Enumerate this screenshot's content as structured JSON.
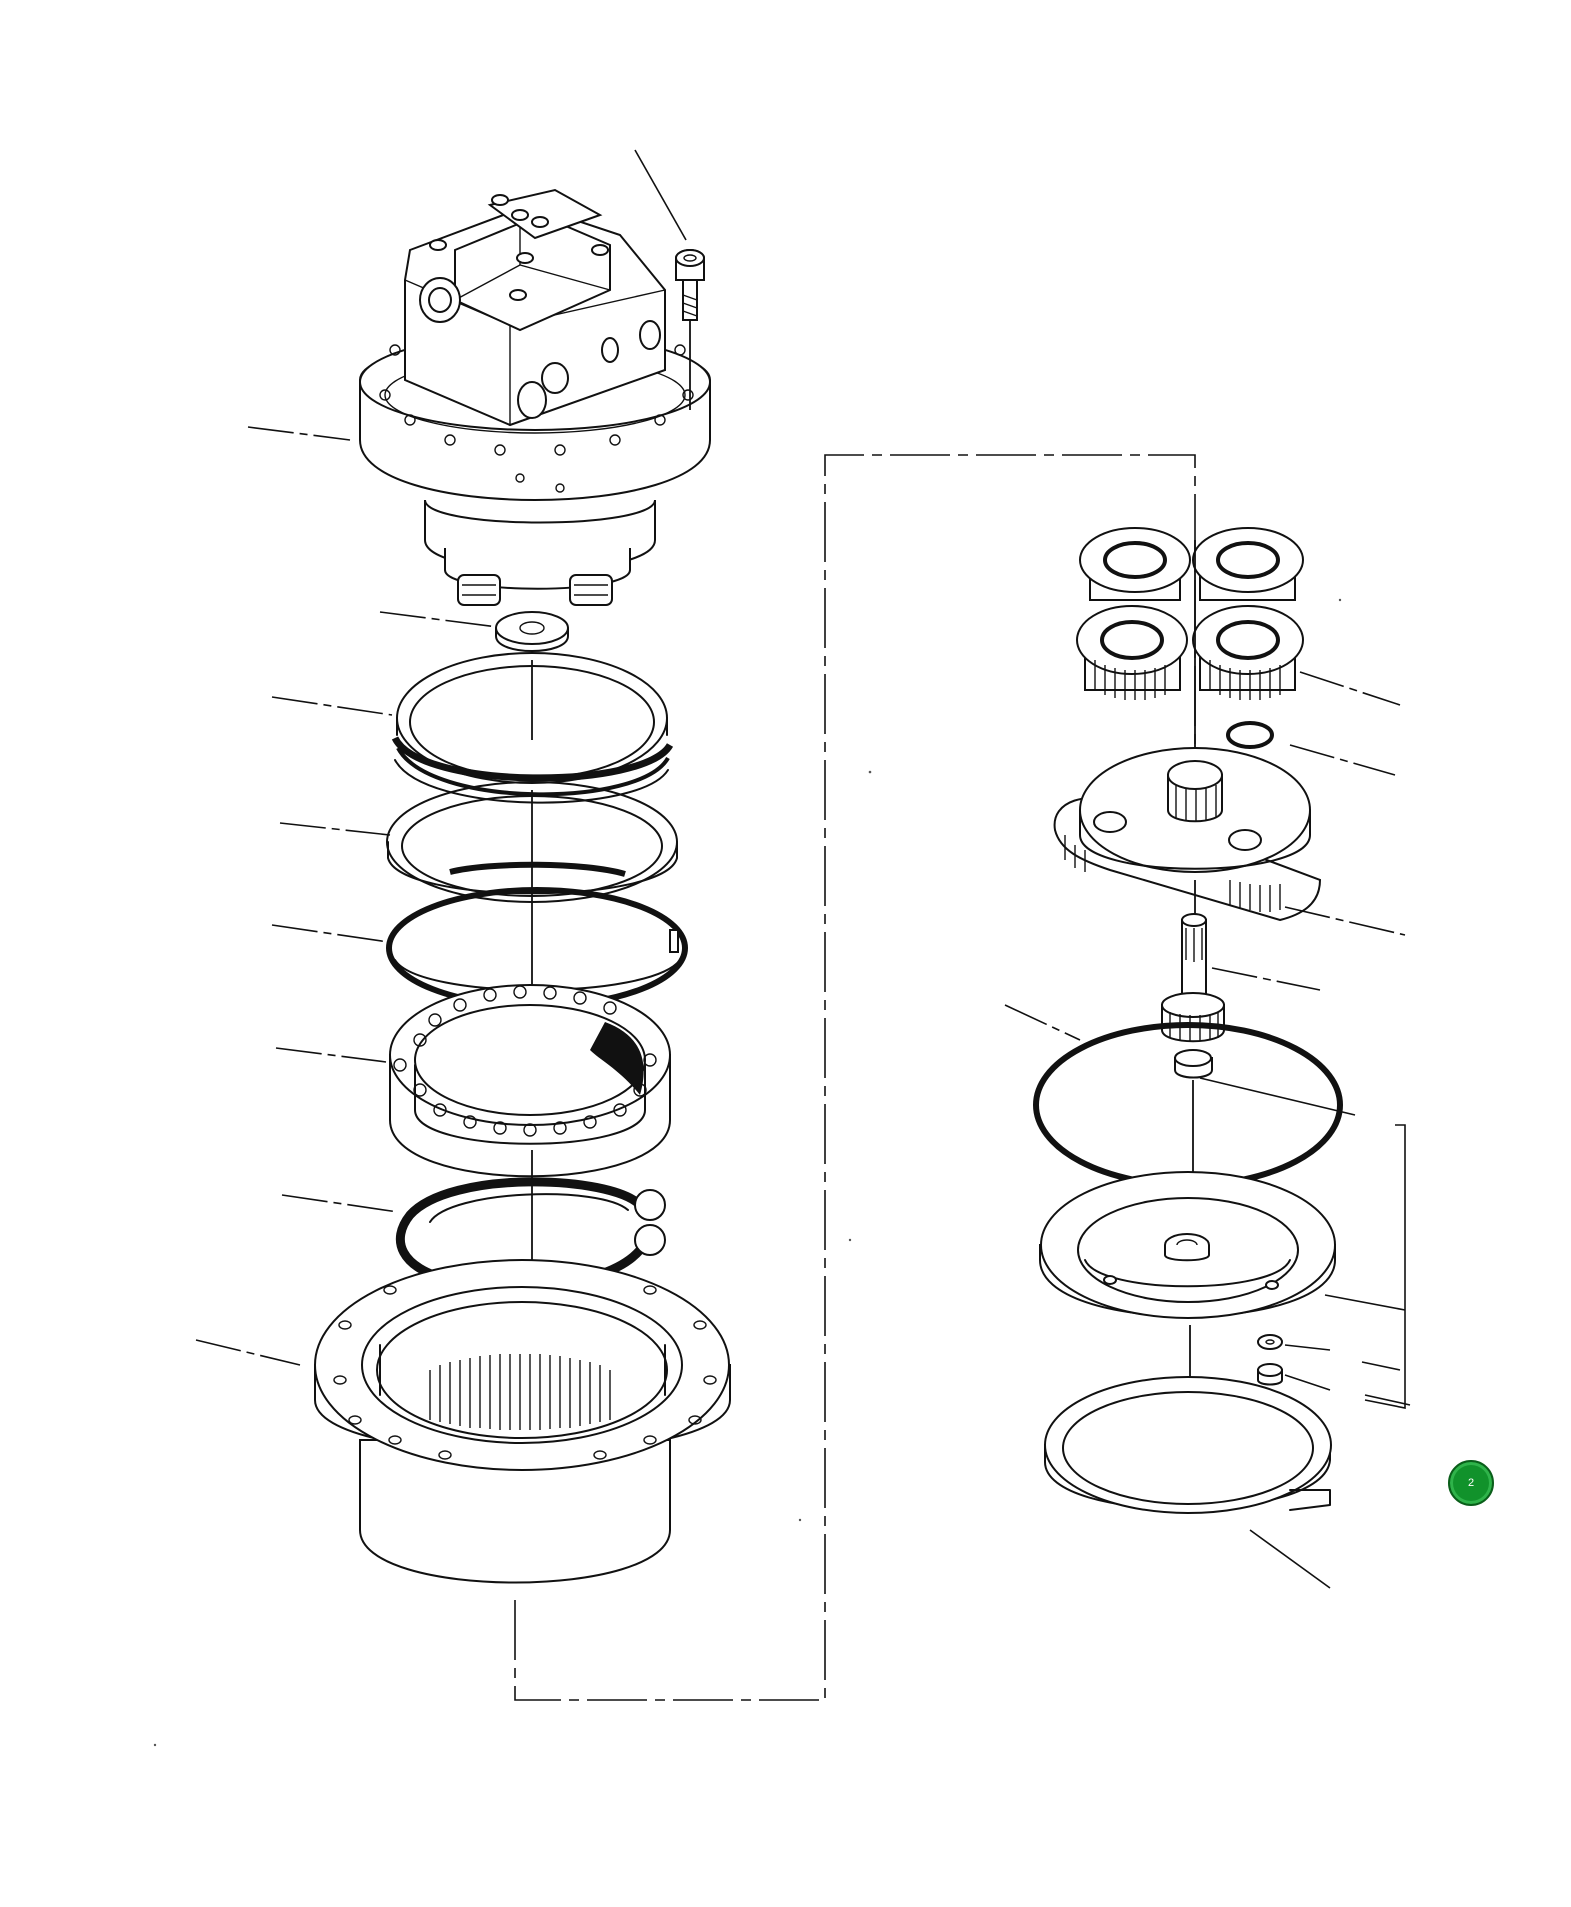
{
  "diagram": {
    "type": "exploded-parts-view",
    "left_assembly": [
      "hydraulic-motor-housing",
      "thrust-washer",
      "floating-seal-pair",
      "o-ring",
      "retaining-ring",
      "roller-bearing",
      "snap-ring",
      "ring-gear-housing"
    ],
    "right_assembly": [
      "planet-gear-set",
      "circlip",
      "planet-carrier",
      "sun-gear-shaft",
      "thrust-spacer",
      "o-ring-large",
      "cover",
      "washer",
      "plug",
      "ring-seal"
    ]
  },
  "page_badge": {
    "label": "2",
    "color": "#11922b"
  }
}
